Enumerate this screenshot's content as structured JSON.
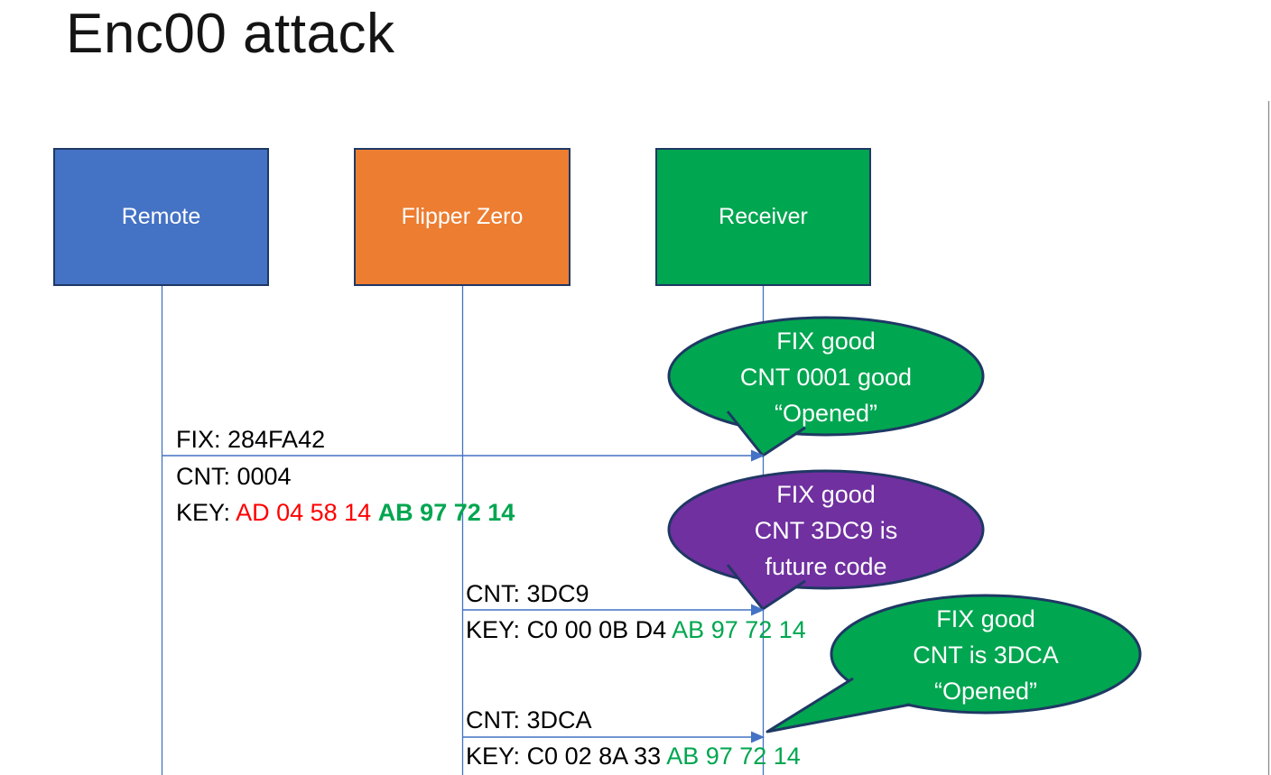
{
  "slide": {
    "title": "Enc00 attack"
  },
  "colors": {
    "actor_remote": "#4472C4",
    "actor_flipper": "#ED7D31",
    "actor_receiver": "#00A650",
    "callout_green": "#00A650",
    "callout_purple": "#7030A0",
    "shape_border": "#1F3864",
    "arrow_blue": "#4472C4",
    "key_red_text": "#FF0000",
    "key_green_text": "#00A650"
  },
  "actors": [
    {
      "label": "Remote"
    },
    {
      "label": "Flipper Zero"
    },
    {
      "label": "Receiver"
    }
  ],
  "messages": [
    {
      "from": "Remote",
      "to": "Receiver",
      "fix": "FIX: 284FA42",
      "cnt": "CNT: 0004",
      "key_label": "KEY:",
      "key_red": "AD 04 58 14",
      "key_green": "AB 97 72 14"
    },
    {
      "from": "Flipper Zero",
      "to": "Receiver",
      "cnt": "CNT: 3DC9",
      "key_label": "KEY:",
      "key_black": "C0 00 0B D4",
      "key_green": "AB 97 72 14"
    },
    {
      "from": "Flipper Zero",
      "to": "Receiver",
      "cnt": "CNT: 3DCA",
      "key_label": "KEY:",
      "key_black": "C0 02 8A 33",
      "key_green": "AB 97 72 14"
    }
  ],
  "callouts": [
    {
      "color": "green",
      "lines": [
        "FIX good",
        "CNT 0001 good",
        "“Opened”"
      ]
    },
    {
      "color": "purple",
      "lines": [
        "FIX good",
        "CNT 3DC9 is",
        "future code"
      ]
    },
    {
      "color": "green",
      "lines": [
        "FIX good",
        "CNT is 3DCA",
        "“Opened”"
      ]
    }
  ]
}
